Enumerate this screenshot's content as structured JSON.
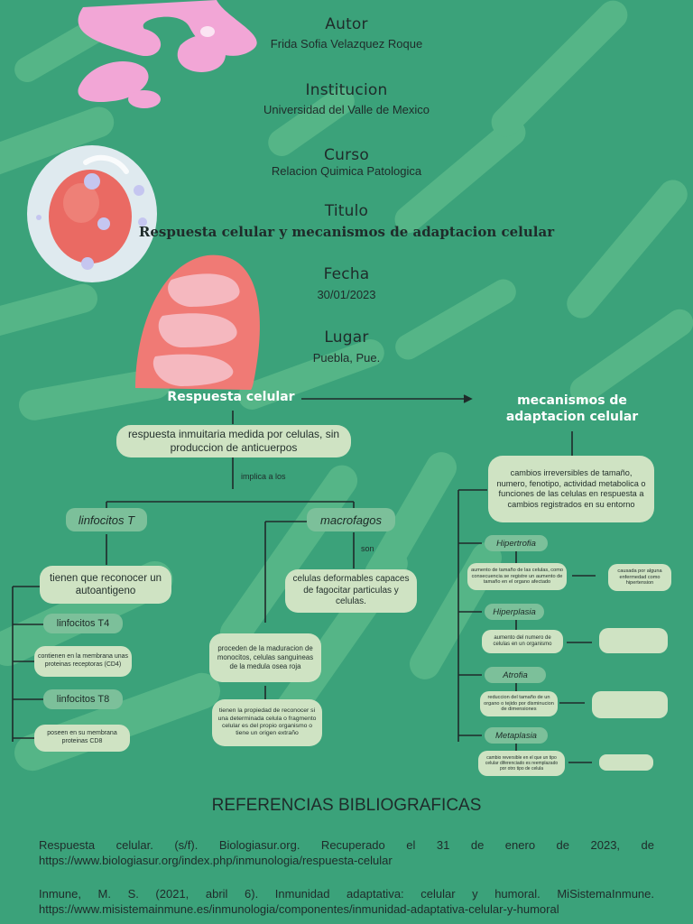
{
  "header": {
    "autor_label": "Autor",
    "autor_value": "Frida Sofia Velazquez Roque",
    "institucion_label": "Institucion",
    "institucion_value": "Universidad del Valle de Mexico",
    "curso_label": "Curso",
    "curso_value": "Relacion Quimica Patologica",
    "titulo_label": "Titulo",
    "titulo_value": "Respuesta celular y mecanismos de adaptacion celular",
    "fecha_label": "Fecha",
    "fecha_value": "30/01/2023",
    "lugar_label": "Lugar",
    "lugar_value": "Puebla, Pue."
  },
  "map": {
    "respuesta_title": "Respuesta celular",
    "mecanismos_title": "mecanismos de adaptacion celular",
    "respuesta_def": "respuesta inmuitaria medida por celulas, sin produccion de anticuerpos",
    "implica": "implica a los",
    "linfocitos_t": "linfocitos T",
    "macrofagos": "macrofagos",
    "son": "son",
    "reconocer": "tienen que reconocer un autoantigeno",
    "t4": "linfocitos T4",
    "t4_desc": "contienen en la membrana unas proteinas receptoras (CD4)",
    "t8": "linfocitos T8",
    "t8_desc": "poseen en su membrana proteinas CD8",
    "celulas_deformables": "celulas deformables capaces de fagocitar particulas y celulas.",
    "proceden": "proceden de la maduracion de monocitos, celulas sanguineas de la medula osea roja",
    "propiedad": "tienen la propiedad de reconocer si una determinada celula o fragmento celular es del propio organismo o tiene un origen extraño",
    "cambios": "cambios irreversibles de tamaño, numero, fenotipo, actividad metabolica o funciones de las celulas en respuesta a cambios registrados en su entorno",
    "hipertrofia": "Hipertrofia",
    "hipertrofia_desc": "aumento de tamaño de las celulas, como consecuencia se registre un aumento de tamaño en el organo afectado",
    "hipertrofia_cause": "causada por alguna enfermedad como hipertension",
    "hiperplasia": "Hiperplasia",
    "hiperplasia_desc": "aumento del numero de celulas en un organismo",
    "hiperplasia_cause": "",
    "atrofia": "Atrofia",
    "atrofia_desc": "reduccion del tamaño de un organo o tejido por disminucion de dimensiones",
    "atrofia_cause": "",
    "metaplasia": "Metaplasia",
    "metaplasia_desc": "cambio reversible en el que un tipo celular diferenciado es reemplazado por otro tipo de celula",
    "metaplasia_cause": ""
  },
  "references": {
    "title": "REFERENCIAS BIBLIOGRAFICAS",
    "items": [
      {
        "text": "Respuesta celular. (s/f). Biologiasur.org. Recuperado el 31 de enero de 2023, de",
        "url": "https://www.biologiasur.org/index.php/inmunologia/respuesta-celular"
      },
      {
        "text": "Inmune, M. S. (2021, abril 6). Inmunidad adaptativa: celular y humoral. MiSistemaInmune.",
        "url": "https://www.misistemainmune.es/inmunologia/componentes/inmunidad-adaptativa-celular-y-humoral"
      }
    ]
  },
  "colors": {
    "background": "#3ba27a",
    "node_fill": "#cfe3c3",
    "pill_fill": "#7cc09a",
    "decor_pink": "#f2a6d6",
    "decor_red": "#f07a75",
    "decor_leaf": "#6cc592"
  }
}
